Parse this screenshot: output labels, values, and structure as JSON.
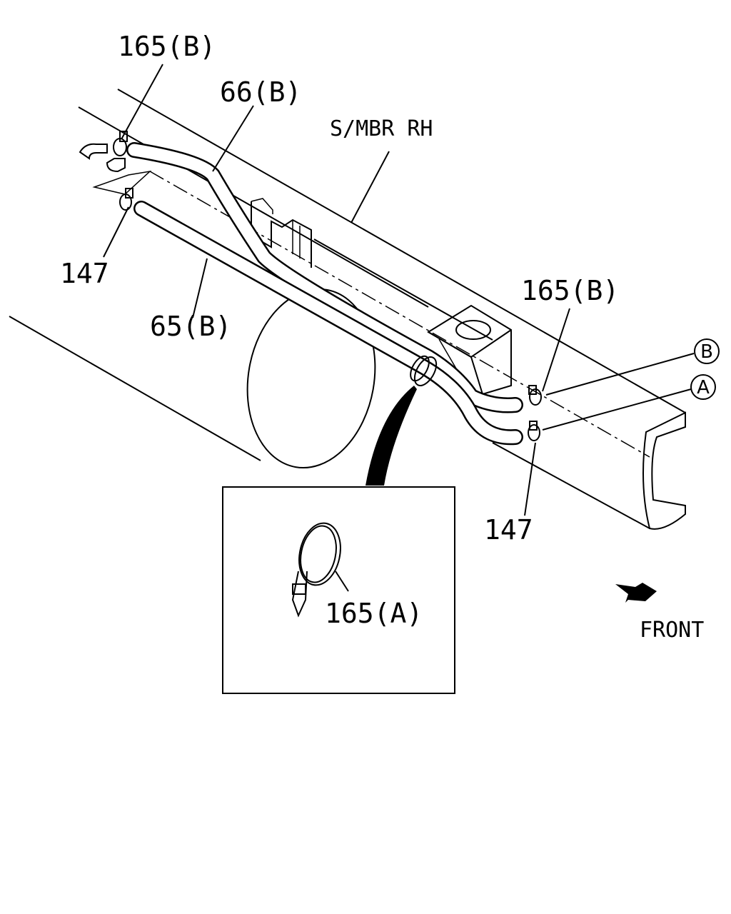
{
  "labels": {
    "clamp_165b_top": "165(B)",
    "hose_66b": "66(B)",
    "side_member": "S/MBR RH",
    "clamp_147_left": "147",
    "hose_65b": "65(B)",
    "clamp_165b_right": "165(B)",
    "clamp_147_right": "147",
    "ref_b": "B",
    "ref_a": "A",
    "tie_165a": "165(A)",
    "front": "FRONT"
  },
  "icons": {
    "front_arrow": "front-arrow-icon",
    "ref_b": "circled-letter-icon",
    "ref_a": "circled-letter-icon"
  }
}
